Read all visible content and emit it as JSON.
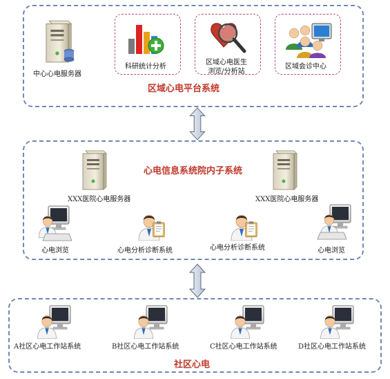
{
  "regional": {
    "title": "区域心电平台系统",
    "server_label": "中心心电服务器",
    "stats_label": "科研统计分析",
    "doctor_label_line1": "区域心电医生",
    "doctor_label_line2": "浏览/分析站",
    "consult_label": "区域会诊中心"
  },
  "hospital": {
    "title": "心电信息系统院内子系统",
    "server_left_label": "XXX医院心电服务器",
    "server_right_label": "XXX医院心电服务器",
    "browse_left_label": "心电浏览",
    "analysis_left_label": "心电分析诊断系统",
    "analysis_right_label": "心电分析诊断系统",
    "browse_right_label": "心电浏览"
  },
  "community": {
    "title": "社区心电",
    "stations": [
      {
        "label": "A社区心电工作站系统"
      },
      {
        "label": "B社区心电工作站系统"
      },
      {
        "label": "C社区心电工作站系统"
      },
      {
        "label": "D社区心电工作站系统"
      }
    ]
  },
  "colors": {
    "panel_border": "#6f86b8",
    "title_red": "#c0392b",
    "box_border": "#c0506a"
  }
}
